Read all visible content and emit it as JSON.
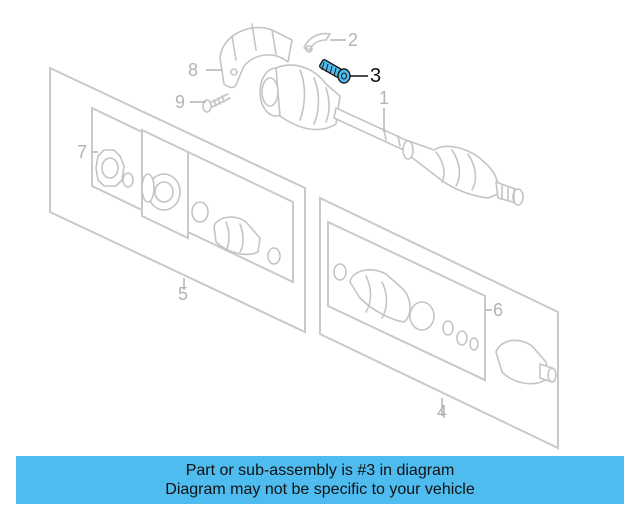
{
  "diagram": {
    "callouts": [
      {
        "id": "1",
        "label": "1",
        "highlighted": false
      },
      {
        "id": "2",
        "label": "2",
        "highlighted": false
      },
      {
        "id": "3",
        "label": "3",
        "highlighted": true
      },
      {
        "id": "4",
        "label": "4",
        "highlighted": false
      },
      {
        "id": "5",
        "label": "5",
        "highlighted": false
      },
      {
        "id": "6",
        "label": "6",
        "highlighted": false
      },
      {
        "id": "7",
        "label": "7",
        "highlighted": false
      },
      {
        "id": "8",
        "label": "8",
        "highlighted": false
      },
      {
        "id": "9",
        "label": "9",
        "highlighted": false
      }
    ],
    "highlight_color": "#4fbcf0",
    "line_color": "#c4c4c4"
  },
  "banner": {
    "line1": "Part or sub-assembly is #3 in diagram",
    "line2": "Diagram may not be specific to your vehicle",
    "background": "#4fbcf0"
  }
}
